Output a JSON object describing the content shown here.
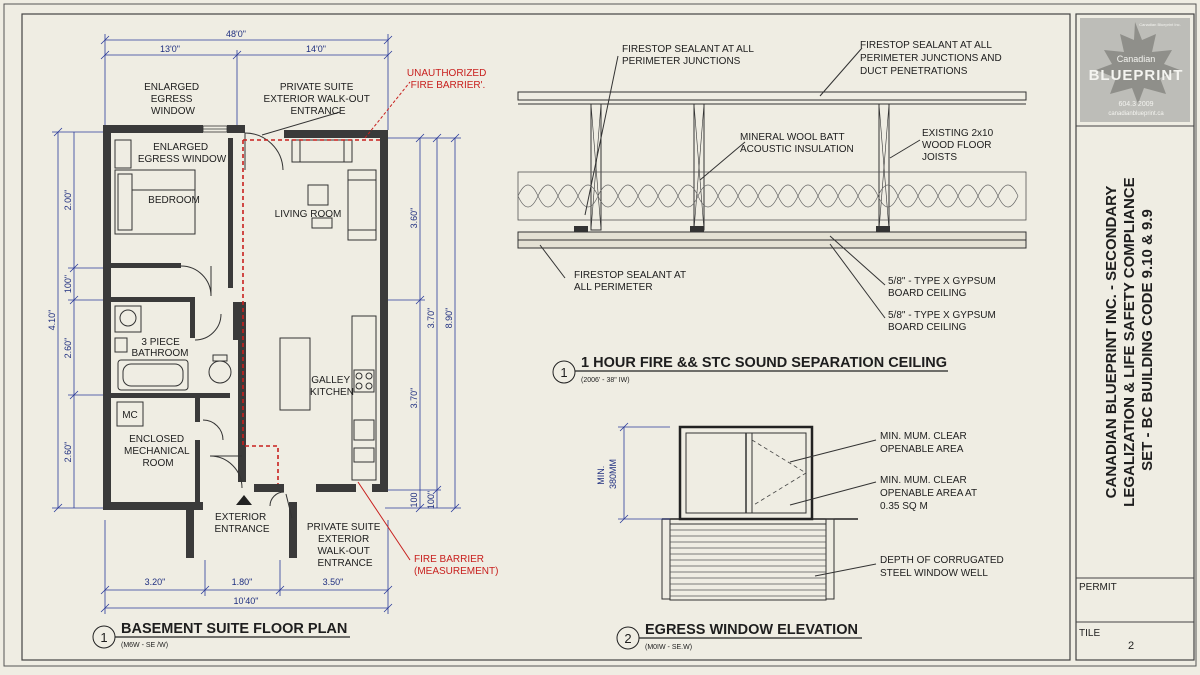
{
  "floor_plan": {
    "dims": {
      "overall_top": "48'0\"",
      "top_left": "13'0\"",
      "top_right": "14'0\"",
      "left_overall": "4.10\"",
      "left_1": "2.00\"",
      "left_2": "100\"",
      "left_3": "2.60\"",
      "left_4": "2.60\"",
      "right_1": "3.60\"",
      "right_2": "3.70\"",
      "right_3": "3.70\"",
      "right_4": "100",
      "right_5": "100\"",
      "right_overall": "8.90\"",
      "bottom_1": "3.20\"",
      "bottom_2": "1.80\"",
      "bottom_3": "3.50\"",
      "bottom_overall": "10'40\""
    },
    "labels": {
      "enlarged_egress_top": [
        "ENLARGED",
        "EGRESS",
        "WINDOW"
      ],
      "enlarged_egress_inner": [
        "ENLARGED",
        "EGRESS WINDOW"
      ],
      "bedroom": "BEDROOM",
      "private_suite_top": [
        "PRIVATE SUITE",
        "EXTERIOR WALK-OUT",
        "ENTRANCE"
      ],
      "unauthorized": [
        "UNAUTHORIZED",
        "FIRE BARRIER'."
      ],
      "living_room": "LIVING ROOM",
      "bathroom": [
        "3 PIECE",
        "BATHROOM"
      ],
      "mc": "MC",
      "mechanical": [
        "ENCLOSED",
        "MECHANICAL",
        "ROOM"
      ],
      "galley": [
        "GALLEY",
        "KITCHEN"
      ],
      "exterior_entrance": [
        "EXTERIOR",
        "ENTRANCE"
      ],
      "private_suite_bottom": [
        "PRIVATE SUITE",
        "EXTERIOR",
        "WALK-OUT",
        "ENTRANCE"
      ],
      "fire_barrier": [
        "FIRE BARRIER",
        "(MEASUREMENT)"
      ]
    },
    "title": {
      "number": "1",
      "text": "BASEMENT SUITE FLOOR PLAN",
      "scale": "(M6W - SE /W)"
    }
  },
  "ceiling_section": {
    "labels": {
      "firestop_top_left": [
        "FIRESTOP SEALANT AT ALL",
        "PERIMETER JUNCTIONS"
      ],
      "firestop_top_right": [
        "FIRESTOP SEALANT AT ALL",
        "PERIMETER JUNCTIONS AND",
        "DUCT PENETRATIONS"
      ],
      "mineral_wool": [
        "MINERAL WOOL BATT",
        "ACOUSTIC INSULATION"
      ],
      "joists": [
        "EXISTING 2x10",
        "WOOD FLOOR",
        "JOISTS"
      ],
      "firestop_bottom": [
        "FIRESTOP SEALANT AT",
        "ALL PERIMETER"
      ],
      "gypsum_1": [
        "5/8\" - TYPE X GYPSUM",
        "BOARD CEILING"
      ],
      "gypsum_2": [
        "5/8\" - TYPE X GYPSUM",
        "BOARD CEILING"
      ]
    },
    "title": {
      "number": "1",
      "text": "1 HOUR FIRE && STC SOUND SEPARATION CEILING",
      "scale": "(2006' - 38\" IW)"
    }
  },
  "egress_elevation": {
    "labels": {
      "min_dim": [
        "MIN.",
        "380MM"
      ],
      "clear_1": [
        "MIN. MUM. CLEAR",
        "OPENABLE AREA"
      ],
      "clear_2": [
        "MIN. MUM. CLEAR",
        "OPENABLE AREA AT",
        "0.35 SQ M"
      ],
      "well": [
        "DEPTH OF CORRUGATED",
        "STEEL WINDOW WELL"
      ]
    },
    "title": {
      "number": "2",
      "text": "EGRESS WINDOW ELEVATION",
      "scale": "(M0IW - SE.W)"
    }
  },
  "title_block": {
    "logo_top": "Canadian",
    "logo_main": "BLUEPRINT",
    "logo_phone": "604.3 2009",
    "logo_web": "canadianblueprint.ca",
    "logo_corner": "Canadian Blueprint Inc.",
    "project": [
      "CANADIAN BLUEPRINT INC. - SECONDARY",
      "LEGALIZATION & LIFE SAFETY COMPLIANCE",
      "SET - BC BUILDING CODE 9.10 & 9.9"
    ],
    "permit_label": "PERMIT",
    "title_label": "TILE",
    "sheet_number": "2"
  },
  "colors": {
    "paper": "#efede3",
    "ink": "#1e1e1e",
    "dimension_blue": "#1f2f80",
    "fire_red": "#c8201e",
    "wall": "#3a3a3a"
  }
}
